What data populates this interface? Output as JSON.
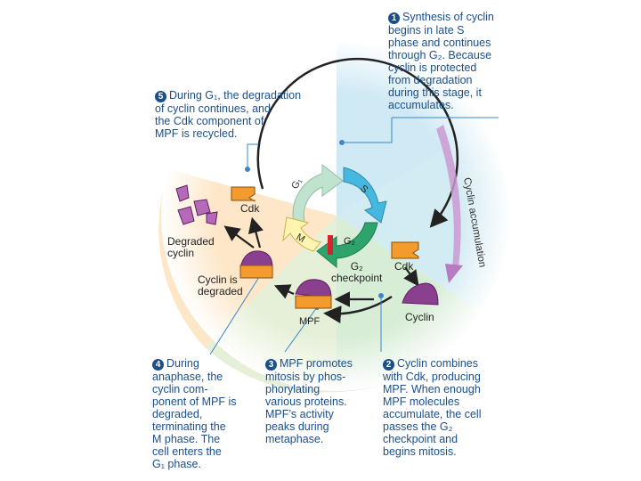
{
  "callouts": {
    "c1": {
      "num": "1",
      "lines": [
        "Synthesis of cyclin",
        "begins in late S",
        "phase and continues",
        "through G₂. Because",
        "cyclin is protected",
        "from degradation",
        "during this stage, it",
        "accumulates."
      ]
    },
    "c2": {
      "num": "2",
      "lines": [
        "Cyclin combines",
        "with Cdk, producing",
        "MPF. When enough",
        "MPF molecules",
        "accumulate, the cell",
        "passes the G₂",
        "checkpoint and",
        "begins mitosis."
      ]
    },
    "c3": {
      "num": "3",
      "lines": [
        "MPF promotes",
        "mitosis by phos-",
        "phorylating",
        "various proteins.",
        "MPF’s activity",
        "peaks during",
        "metaphase."
      ]
    },
    "c4": {
      "num": "4",
      "lines": [
        "During",
        "anaphase, the",
        "cyclin com-",
        "ponent of MPF is",
        "degraded,",
        "terminating the",
        "M phase. The",
        "cell enters the",
        "G₁ phase."
      ]
    },
    "c5": {
      "num": "5",
      "lines": [
        "During G₁, the degradation",
        "of cyclin continues, and",
        "the Cdk component of",
        "MPF is recycled."
      ]
    }
  },
  "labels": {
    "cdk_top": "Cdk",
    "cdk_right": "Cdk",
    "degraded_cyclin": [
      "Degraded",
      "cyclin"
    ],
    "cyclin_is_degraded": [
      "Cyclin is",
      "degraded"
    ],
    "mpf": "MPF",
    "cyclin": "Cyclin",
    "g2_checkpoint": [
      "G₂",
      "checkpoint"
    ],
    "cyclin_accumulation": "Cyclin accumulation"
  },
  "cycle_phases": {
    "g1": "G₁",
    "s": "S",
    "g2": "G₂",
    "m": "M"
  },
  "colors": {
    "text_blue": "#1b4f8a",
    "g1_arrow": "#bfe3cf",
    "s_arrow": "#46b8e0",
    "g2_arrow": "#2ea36c",
    "m_arrow": "#fff4b0",
    "checkpoint_bar": "#d4242a",
    "cdk_orange": "#f39c2d",
    "cyclin_purple": "#8b3f8f",
    "bg_blue": "#cfe9f5",
    "bg_green": "#d8edd6",
    "bg_peach": "#fde7c8",
    "accumulation_arrow": "#c99ad1"
  }
}
